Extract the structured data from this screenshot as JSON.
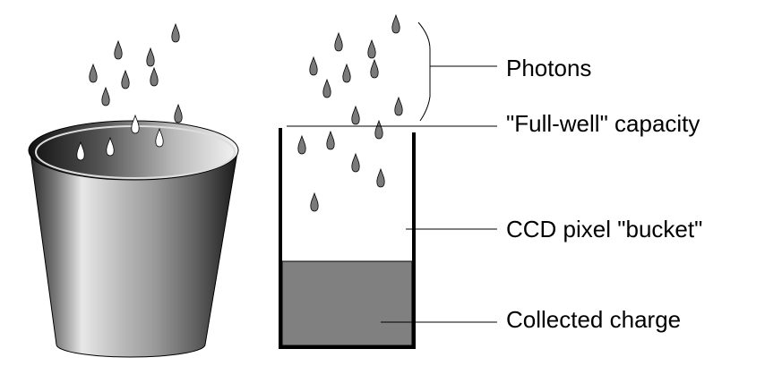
{
  "labels": {
    "photons": "Photons",
    "full_well": "\"Full-well\" capacity",
    "bucket": "CCD pixel \"bucket\"",
    "charge": "Collected charge"
  },
  "colors": {
    "drop": "#7a7a7a",
    "charge": "#808080",
    "wall": "#000000"
  },
  "charge_fill_fraction": 0.39
}
